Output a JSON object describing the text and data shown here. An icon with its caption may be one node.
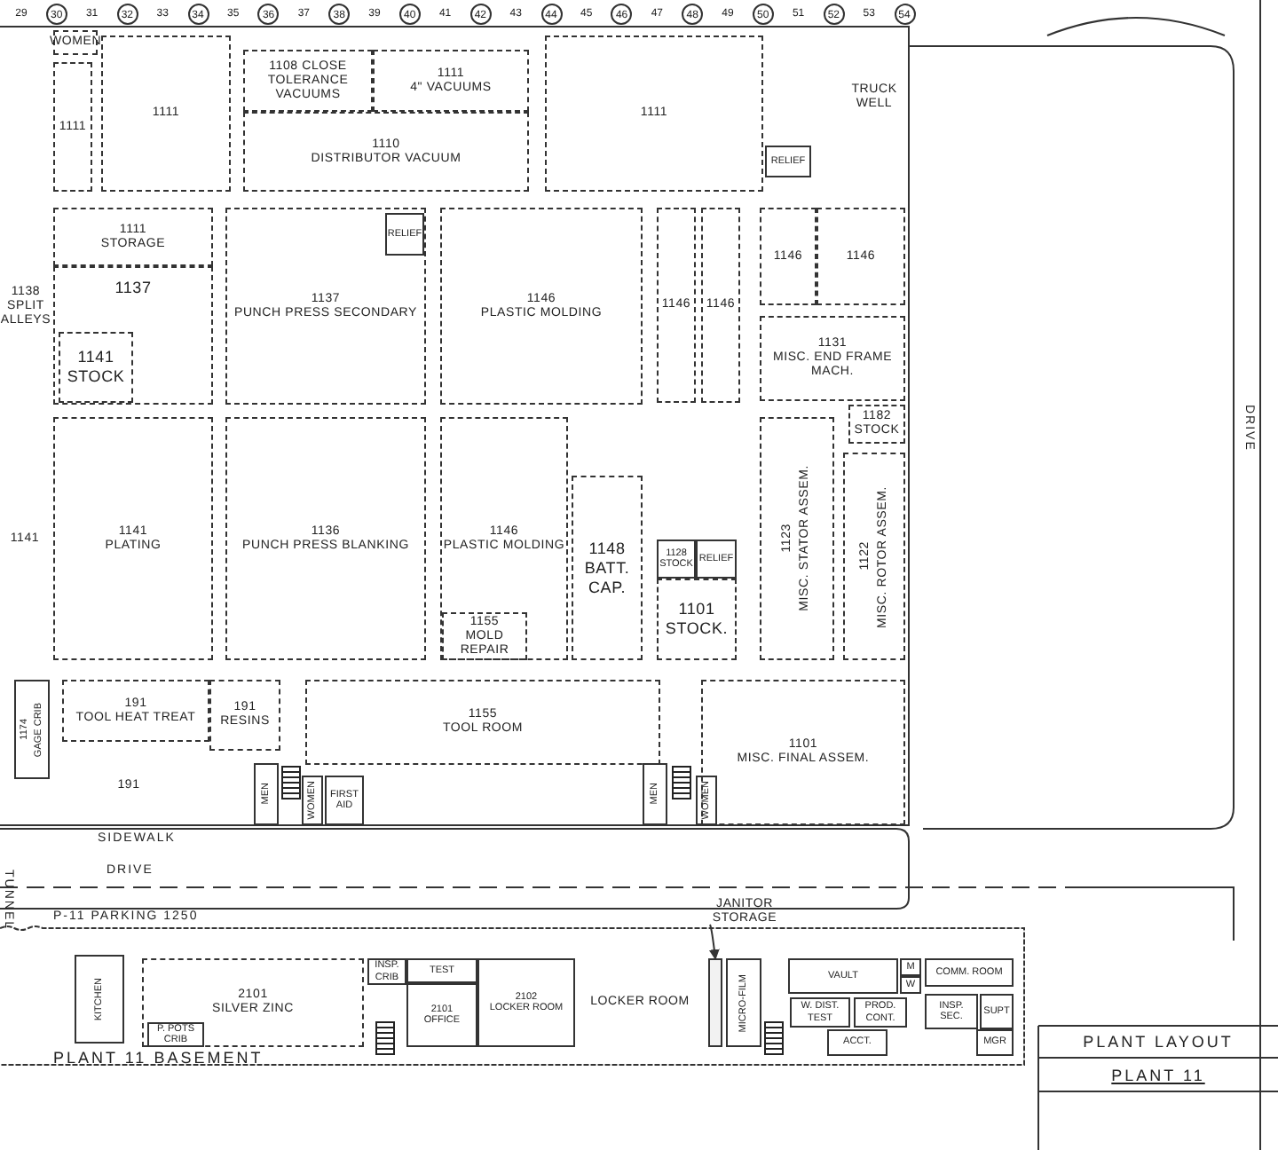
{
  "diagram": {
    "nodes": [
      {
        "text": [
          "WOMEN"
        ]
      },
      {
        "text": [
          "1111"
        ]
      },
      {
        "text": [
          "1111"
        ]
      },
      {
        "text": [
          "1108 CLOSE TOLERANCE VACUUMS"
        ]
      },
      {
        "text": [
          "1111",
          "4\" VACUUMS"
        ]
      },
      {
        "text": [
          "1110",
          "DISTRIBUTOR VACUUM"
        ]
      },
      {
        "text": [
          "1111"
        ]
      },
      {
        "text": [
          "RELIEF"
        ]
      },
      {
        "text": [
          "TRUCK WELL"
        ]
      },
      {
        "text": [
          "1111",
          "STORAGE"
        ]
      },
      {
        "text": [
          "1137"
        ]
      },
      {
        "text": [
          "1141",
          "STOCK"
        ],
        "in": 10
      },
      {
        "text": [
          "1138",
          "SPLIT ALLEYS"
        ]
      },
      {
        "text": [
          "1137",
          "PUNCH PRESS SECONDARY"
        ]
      },
      {
        "text": [
          "RELIEF"
        ],
        "in": 13
      },
      {
        "text": [
          "1146",
          "PLASTIC MOLDING"
        ]
      },
      {
        "text": [
          "1146"
        ]
      },
      {
        "text": [
          "1146"
        ]
      },
      {
        "text": [
          "1146"
        ]
      },
      {
        "text": [
          "1146"
        ]
      },
      {
        "text": [
          "1131",
          "MISC. END FRAME MACH."
        ]
      },
      {
        "text": [
          "1182",
          "STOCK"
        ]
      },
      {
        "text": [
          "1141"
        ]
      },
      {
        "text": [
          "1141",
          "PLATING"
        ]
      },
      {
        "text": [
          "1136",
          "PUNCH PRESS BLANKING"
        ]
      },
      {
        "text": [
          "1146",
          "PLASTIC MOLDING"
        ]
      },
      {
        "text": [
          "1155",
          "MOLD REPAIR"
        ],
        "in": 25
      },
      {
        "text": [
          "1148",
          "BATT. CAP."
        ]
      },
      {
        "text": [
          "1128",
          "STOCK"
        ]
      },
      {
        "text": [
          "RELIEF"
        ]
      },
      {
        "text": [
          "1101",
          "STOCK."
        ]
      },
      {
        "text": [
          "1123",
          "MISC. STATOR ASSEM."
        ]
      },
      {
        "text": [
          "1122",
          "MISC. ROTOR ASSEM."
        ]
      },
      {
        "text": [
          "1174",
          "GAGE CRIB"
        ]
      },
      {
        "text": [
          "191",
          "TOOL HEAT TREAT"
        ]
      },
      {
        "text": [
          "191",
          "RESINS"
        ]
      },
      {
        "text": [
          "191"
        ]
      },
      {
        "text": [
          "MEN"
        ]
      },
      {
        "text": [
          "WOMEN"
        ]
      },
      {
        "text": [
          "FIRST AID"
        ]
      },
      {
        "text": [
          "1155",
          "TOOL ROOM"
        ]
      },
      {
        "text": [
          "MEN"
        ]
      },
      {
        "text": [
          "WOMEN"
        ]
      },
      {
        "text": [
          "1101",
          "MISC. FINAL ASSEM."
        ]
      },
      {
        "text": [
          "PLANT 11 BASEMENT"
        ]
      },
      {
        "text": [
          "KITCHEN"
        ],
        "in": 44
      },
      {
        "text": [
          "2101",
          "SILVER ZINC"
        ],
        "in": 44
      },
      {
        "text": [
          "P. POTS CRIB"
        ],
        "in": 46
      },
      {
        "text": [
          "INSP. CRIB"
        ],
        "in": 44
      },
      {
        "text": [
          "TEST"
        ],
        "in": 44
      },
      {
        "text": [
          "2101",
          "OFFICE"
        ],
        "in": 44
      },
      {
        "text": [
          "2102",
          "LOCKER ROOM"
        ],
        "in": 44
      },
      {
        "text": [
          "LOCKER ROOM"
        ],
        "in": 44
      },
      {
        "text": [],
        "shape": "box",
        "in": 44
      },
      {
        "text": [
          "MICRO-FILM"
        ],
        "in": 44
      },
      {
        "text": [
          "VAULT"
        ],
        "in": 44
      },
      {
        "text": [
          "M"
        ],
        "in": 44
      },
      {
        "text": [
          "W"
        ],
        "in": 44
      },
      {
        "text": [
          "COMM. ROOM"
        ],
        "in": 44
      },
      {
        "text": [
          "W. DIST. TEST"
        ],
        "in": 44
      },
      {
        "text": [
          "PROD. CONT."
        ],
        "in": 44
      },
      {
        "text": [
          "INSP. SEC."
        ],
        "in": 44
      },
      {
        "text": [
          "SUPT"
        ],
        "in": 44
      },
      {
        "text": [
          "ACCT."
        ],
        "in": 44
      },
      {
        "text": [
          "MGR"
        ],
        "in": 44
      },
      {
        "text": [
          "JANITOR STORAGE"
        ]
      },
      {
        "text": [
          "PLANT LAYOUT",
          "PLANT 11"
        ]
      }
    ],
    "edges": [
      {
        "from": 65,
        "to": 53,
        "arrow": "to"
      }
    ],
    "labels": [
      "29",
      "30",
      "31",
      "32",
      "33",
      "34",
      "35",
      "36",
      "37",
      "38",
      "39",
      "40",
      "41",
      "42",
      "43",
      "44",
      "45",
      "46",
      "47",
      "48",
      "49",
      "50",
      "51",
      "52",
      "53",
      "54",
      "SIDEWALK",
      "DRIVE",
      "P-11 PARKING 1250",
      "TUNNEL",
      "DRIVE"
    ]
  }
}
